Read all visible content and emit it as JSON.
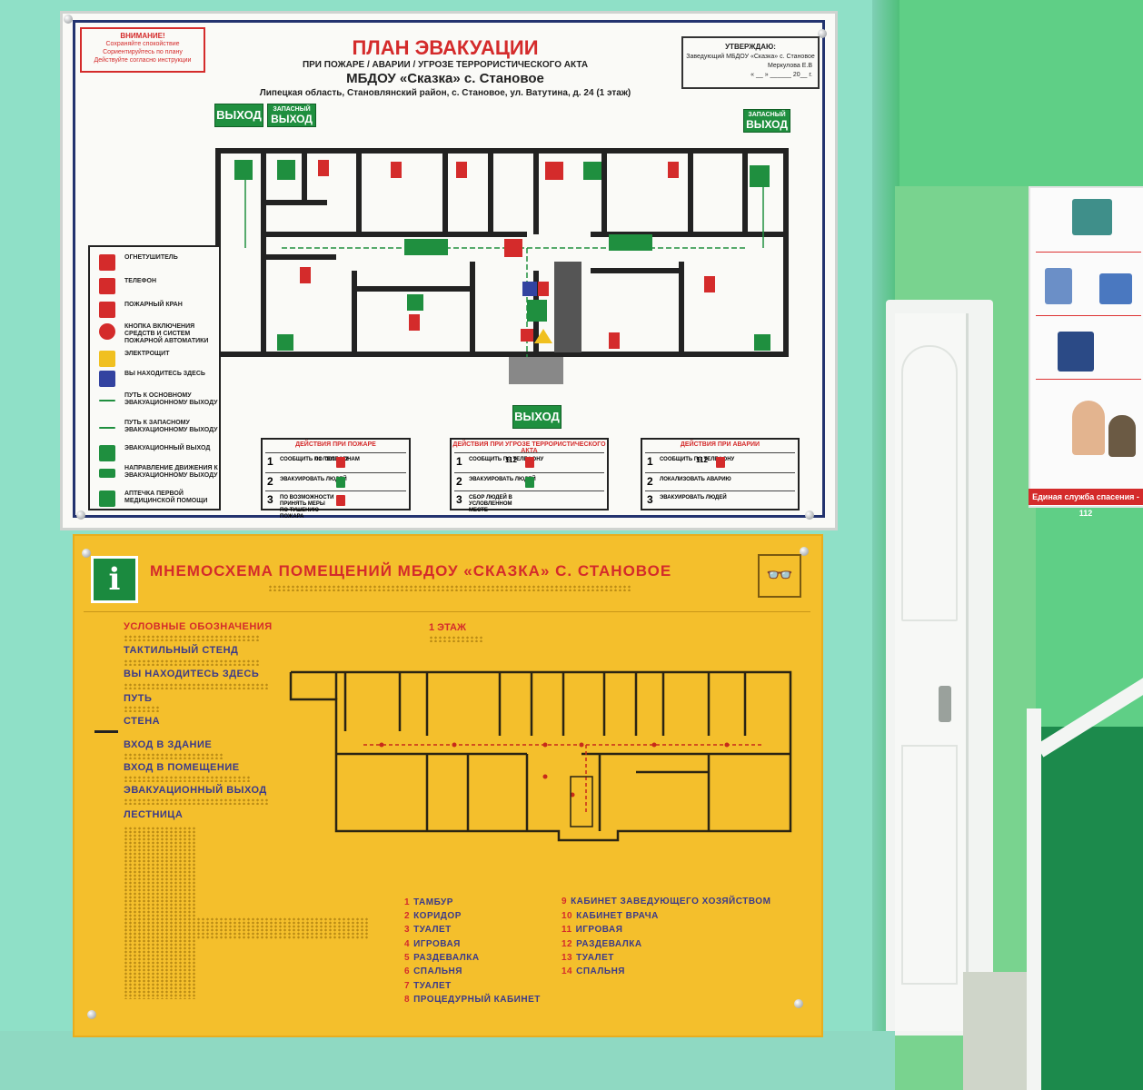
{
  "evacuation_plan": {
    "warning": {
      "title": "ВНИМАНИЕ!",
      "lines": [
        "Сохраняйте спокойствие",
        "Сориентируйтесь по плану",
        "Действуйте согласно инструкции"
      ]
    },
    "title": "ПЛАН ЭВАКУАЦИИ",
    "subtitle": "ПРИ ПОЖАРЕ / АВАРИИ / УГРОЗЕ ТЕРРОРИСТИЧЕСКОГО АКТА",
    "organization": "МБДОУ «Сказка» с. Становое",
    "address": "Липецкая область, Становлянский район, с. Становое, ул. Ватутина, д. 24 (1 этаж)",
    "approval": {
      "header": "УТВЕРЖДАЮ:",
      "line1": "Заведующий МБДОУ «Сказка» с. Становое",
      "signer": "Меркулова Е.В",
      "date": "« __ » ______ 20__ г."
    },
    "exit_labels": {
      "main": "ВЫХОД",
      "reserve_top": "ЗАПАСНЫЙ",
      "reserve_bottom": "ВЫХОД",
      "bottom": "ВЫХОД"
    },
    "legend": [
      {
        "label": "ОГНЕТУШИТЕЛЬ",
        "icon": "extinguisher-icon",
        "color": "#d42b2b"
      },
      {
        "label": "ТЕЛЕФОН",
        "icon": "phone-icon",
        "color": "#d42b2b"
      },
      {
        "label": "ПОЖАРНЫЙ КРАН",
        "icon": "fire-hose-icon",
        "color": "#d42b2b"
      },
      {
        "label": "КНОПКА ВКЛЮЧЕНИЯ СРЕДСТВ И СИСТЕМ ПОЖАРНОЙ АВТОМАТИКИ",
        "icon": "alarm-button-icon",
        "color": "#d42b2b"
      },
      {
        "label": "ЭЛЕКТРОЩИТ",
        "icon": "electric-panel-icon",
        "color": "#f0c020"
      },
      {
        "label": "ВЫ НАХОДИТЕСЬ ЗДЕСЬ",
        "icon": "you-are-here-icon",
        "color": "#3343a0"
      },
      {
        "label": "ПУТЬ К ОСНОВНОМУ ЭВАКУАЦИОННОМУ ВЫХОДУ",
        "icon": "main-route-arrow-icon",
        "color": "#1f8f3f"
      },
      {
        "label": "ПУТЬ К ЗАПАСНОМУ ЭВАКУАЦИОННОМУ ВЫХОДУ",
        "icon": "reserve-route-arrow-icon",
        "color": "#1f8f3f"
      },
      {
        "label": "ЭВАКУАЦИОННЫЙ ВЫХОД",
        "icon": "exit-door-icon",
        "color": "#1f8f3f"
      },
      {
        "label": "НАПРАВЛЕНИЕ ДВИЖЕНИЯ К ЭВАКУАЦИОННОМУ ВЫХОДУ",
        "icon": "direction-sign-icon",
        "color": "#1f8f3f"
      },
      {
        "label": "АПТЕЧКА ПЕРВОЙ МЕДИЦИНСКОЙ ПОМОЩИ",
        "icon": "first-aid-icon",
        "color": "#1f8f3f"
      }
    ],
    "actions": [
      {
        "title": "ДЕЙСТВИЯ ПРИ ПОЖАРЕ",
        "rows": [
          {
            "num": "1",
            "text": "СООБЩИТЬ ПО ТЕЛЕФОНАМ",
            "extra": "01 / 101 / 112"
          },
          {
            "num": "2",
            "text": "ЭВАКУИРОВАТЬ ЛЮДЕЙ",
            "extra": ""
          },
          {
            "num": "3",
            "text": "ПО ВОЗМОЖНОСТИ ПРИНЯТЬ МЕРЫ ПО ТУШЕНИЮ ПОЖАРА",
            "extra": ""
          }
        ]
      },
      {
        "title": "ДЕЙСТВИЯ ПРИ УГРОЗЕ ТЕРРОРИСТИЧЕСКОГО АКТА",
        "rows": [
          {
            "num": "1",
            "text": "СООБЩИТЬ ПО ТЕЛЕФОНУ",
            "extra": "112"
          },
          {
            "num": "2",
            "text": "ЭВАКУИРОВАТЬ ЛЮДЕЙ",
            "extra": ""
          },
          {
            "num": "3",
            "text": "СБОР ЛЮДЕЙ В УСЛОВЛЕННОМ МЕСТЕ",
            "extra": ""
          }
        ]
      },
      {
        "title": "ДЕЙСТВИЯ ПРИ АВАРИИ",
        "rows": [
          {
            "num": "1",
            "text": "СООБЩИТЬ ПО ТЕЛЕФОНУ",
            "extra": "112"
          },
          {
            "num": "2",
            "text": "ЛОКАЛИЗОВАТЬ АВАРИЮ",
            "extra": ""
          },
          {
            "num": "3",
            "text": "ЭВАКУИРОВАТЬ ЛЮДЕЙ",
            "extra": ""
          }
        ]
      }
    ]
  },
  "mnemo_scheme": {
    "title": "МНЕМОСХЕМА ПОМЕЩЕНИЙ МБДОУ «СКАЗКА» С. СТАНОВОЕ",
    "info_icon": "info-icon",
    "glasses_icon": "glasses-icon",
    "legend_header": "УСЛОВНЫЕ ОБОЗНАЧЕНИЯ",
    "floor_label": "1 ЭТАЖ",
    "legend": [
      {
        "label": "ТАКТИЛЬНЫЙ СТЕНД",
        "color": "#3b3a8a"
      },
      {
        "label": "ВЫ НАХОДИТЕСЬ ЗДЕСЬ",
        "color": "#3b3a8a"
      },
      {
        "label": "ПУТЬ",
        "color": "#3b3a8a"
      },
      {
        "label": "СТЕНА",
        "color": "#3b3a8a"
      },
      {
        "label": "ВХОД В ЗДАНИЕ",
        "color": "#3b3a8a"
      },
      {
        "label": "ВХОД В ПОМЕЩЕНИЕ",
        "color": "#3b3a8a"
      },
      {
        "label": "ЭВАКУАЦИОННЫЙ ВЫХОД",
        "color": "#3b3a8a"
      },
      {
        "label": "ЛЕСТНИЦА",
        "color": "#3b3a8a"
      }
    ],
    "rooms_left": [
      {
        "num": "1",
        "name": "ТАМБУР"
      },
      {
        "num": "2",
        "name": "КОРИДОР"
      },
      {
        "num": "3",
        "name": "ТУАЛЕТ"
      },
      {
        "num": "4",
        "name": "ИГРОВАЯ"
      },
      {
        "num": "5",
        "name": "РАЗДЕВАЛКА"
      },
      {
        "num": "6",
        "name": "СПАЛЬНЯ"
      },
      {
        "num": "7",
        "name": "ТУАЛЕТ"
      },
      {
        "num": "8",
        "name": "ПРОЦЕДУРНЫЙ КАБИНЕТ"
      }
    ],
    "rooms_right": [
      {
        "num": "9",
        "name": "КАБИНЕТ ЗАВЕДУЮЩЕГО ХОЗЯЙСТВОМ"
      },
      {
        "num": "10",
        "name": "КАБИНЕТ ВРАЧА"
      },
      {
        "num": "11",
        "name": "ИГРОВАЯ"
      },
      {
        "num": "12",
        "name": "РАЗДЕВАЛКА"
      },
      {
        "num": "13",
        "name": "ТУАЛЕТ"
      },
      {
        "num": "14",
        "name": "СПАЛЬНЯ"
      }
    ]
  },
  "side_poster": {
    "footer": "Единая служба спасения - 112"
  }
}
